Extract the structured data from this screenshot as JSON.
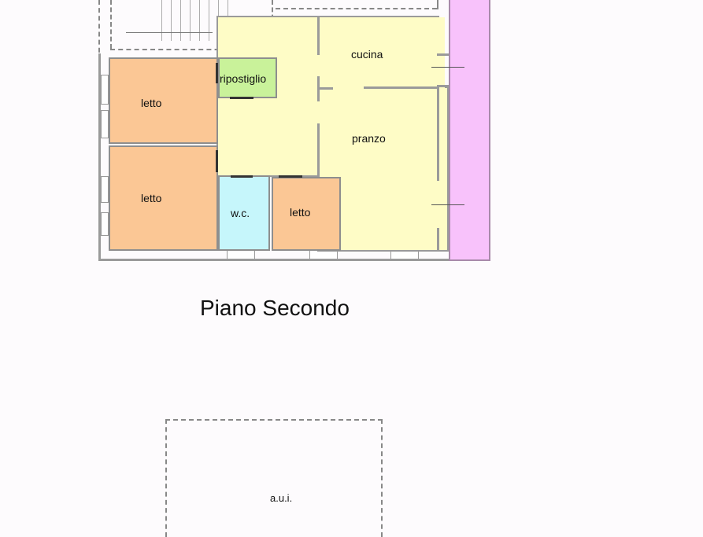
{
  "plan": {
    "title": "Piano Secondo",
    "rooms": {
      "letto_1": "letto",
      "letto_2": "letto",
      "letto_3": "letto",
      "ripostiglio": "ripostiglio",
      "wc": "w.c.",
      "cucina": "cucina",
      "pranzo": "pranzo"
    },
    "lower_unit": "a.u.i."
  },
  "colors": {
    "bedroom": "#fbc795",
    "storage": "#c9f29a",
    "bathroom": "#c6f6fb",
    "living": "#fefcc6",
    "balcony": "#f8c2fb",
    "wall": "#8e8e8e"
  }
}
